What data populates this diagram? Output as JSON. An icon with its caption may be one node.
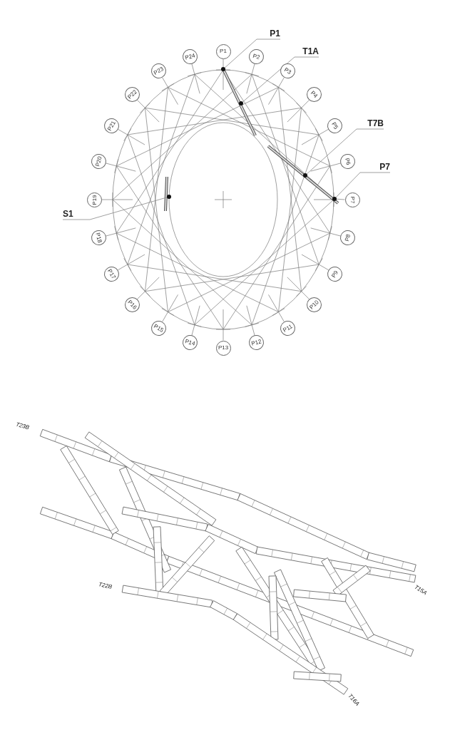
{
  "diagram": {
    "nodes": [
      {
        "text": [
          "P1"
        ]
      },
      {
        "text": [
          "P2"
        ]
      },
      {
        "text": [
          "P3"
        ]
      },
      {
        "text": [
          "P4"
        ]
      },
      {
        "text": [
          "P5"
        ]
      },
      {
        "text": [
          "P6"
        ]
      },
      {
        "text": [
          "P7"
        ]
      },
      {
        "text": [
          "P8"
        ]
      },
      {
        "text": [
          "P9"
        ]
      },
      {
        "text": [
          "P10"
        ]
      },
      {
        "text": [
          "P11"
        ]
      },
      {
        "text": [
          "P12"
        ]
      },
      {
        "text": [
          "P13"
        ]
      },
      {
        "text": [
          "P14"
        ]
      },
      {
        "text": [
          "P15"
        ]
      },
      {
        "text": [
          "P16"
        ]
      },
      {
        "text": [
          "P17"
        ]
      },
      {
        "text": [
          "P18"
        ]
      },
      {
        "text": [
          "P19"
        ]
      },
      {
        "text": [
          "P20"
        ]
      },
      {
        "text": [
          "P21"
        ]
      },
      {
        "text": [
          "P22"
        ]
      },
      {
        "text": [
          "P23"
        ]
      },
      {
        "text": [
          "P24"
        ]
      },
      {
        "text": [
          "P1"
        ]
      },
      {
        "text": [
          "T1A"
        ]
      },
      {
        "text": [
          "T7B"
        ]
      },
      {
        "text": [
          "P7"
        ]
      },
      {
        "text": [
          "S1"
        ]
      },
      {
        "text": [],
        "shape": "circle"
      },
      {
        "text": [],
        "shape": "circle"
      },
      {
        "text": [],
        "shape": "circle"
      },
      {
        "text": [],
        "shape": "circle"
      },
      {
        "text": [],
        "shape": "circle"
      }
    ],
    "edges": [
      {
        "from": 0,
        "to": 29,
        "arrow": "none"
      },
      {
        "from": 1,
        "to": null,
        "arrow": "none"
      },
      {
        "from": 2,
        "to": null,
        "arrow": "none"
      },
      {
        "from": 3,
        "to": null,
        "arrow": "none"
      },
      {
        "from": 4,
        "to": null,
        "arrow": "none"
      },
      {
        "from": 5,
        "to": null,
        "arrow": "none"
      },
      {
        "from": 6,
        "to": 32,
        "arrow": "none"
      },
      {
        "from": 7,
        "to": null,
        "arrow": "none"
      },
      {
        "from": 8,
        "to": null,
        "arrow": "none"
      },
      {
        "from": 9,
        "to": null,
        "arrow": "none"
      },
      {
        "from": 10,
        "to": null,
        "arrow": "none"
      },
      {
        "from": 11,
        "to": null,
        "arrow": "none"
      },
      {
        "from": 12,
        "to": null,
        "arrow": "none"
      },
      {
        "from": 13,
        "to": null,
        "arrow": "none"
      },
      {
        "from": 14,
        "to": null,
        "arrow": "none"
      },
      {
        "from": 15,
        "to": null,
        "arrow": "none"
      },
      {
        "from": 16,
        "to": null,
        "arrow": "none"
      },
      {
        "from": 17,
        "to": null,
        "arrow": "none"
      },
      {
        "from": 18,
        "to": null,
        "arrow": "none"
      },
      {
        "from": 19,
        "to": null,
        "arrow": "none"
      },
      {
        "from": 20,
        "to": null,
        "arrow": "none"
      },
      {
        "from": 21,
        "to": null,
        "arrow": "none"
      },
      {
        "from": 22,
        "to": null,
        "arrow": "none"
      },
      {
        "from": 23,
        "to": null,
        "arrow": "none"
      },
      {
        "from": 24,
        "to": 29,
        "arrow": "none"
      },
      {
        "from": 25,
        "to": 30,
        "arrow": "none"
      },
      {
        "from": 26,
        "to": 31,
        "arrow": "none"
      },
      {
        "from": 27,
        "to": 32,
        "arrow": "none"
      },
      {
        "from": 28,
        "to": 33,
        "arrow": "none"
      }
    ],
    "labels": [
      "T23B",
      "T22B",
      "T15A",
      "T16A"
    ]
  }
}
